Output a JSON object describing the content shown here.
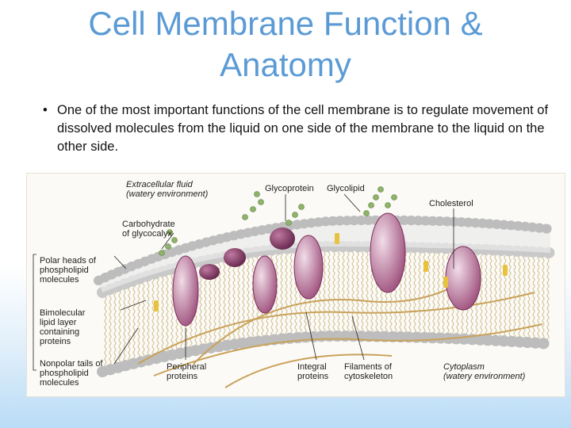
{
  "slide": {
    "title_line1": "Cell Membrane Function &",
    "title_line2": "Anatomy",
    "bullet_marker": "•",
    "bullet": "One of the most important functions of the cell membrane is to regulate movement of dissolved molecules from the liquid on one side of the membrane to the liquid on the other side."
  },
  "figure": {
    "labels": {
      "extracellular": [
        "Extracellular fluid",
        "(watery environment)"
      ],
      "glycoprotein": "Glycoprotein",
      "glycolipid": "Glycolipid",
      "cholesterol": "Cholesterol",
      "carbohydrate": [
        "Carbohydrate",
        "of glycocalyx"
      ],
      "polar_heads": [
        "Polar heads of",
        "phospholipid",
        "molecules"
      ],
      "bimolecular": [
        "Bimolecular",
        "lipid layer",
        "containing",
        "proteins"
      ],
      "nonpolar_tails": [
        "Nonpolar tails of",
        "phospholipid",
        "molecules"
      ],
      "peripheral": [
        "Peripheral",
        "proteins"
      ],
      "integral": [
        "Integral",
        "proteins"
      ],
      "filaments": [
        "Filaments of",
        "cytoskeleton"
      ],
      "cytoplasm": [
        "Cytoplasm",
        "(watery environment)"
      ]
    },
    "colors": {
      "head": "#d9d9d9",
      "tail": "#e8d9b0",
      "protein": "#8e3b6b",
      "protein_light": "#e6c6d6",
      "sugar": "#8fb36a",
      "cholesterol": "#e8c23c",
      "filament": "#c9a25a"
    }
  }
}
